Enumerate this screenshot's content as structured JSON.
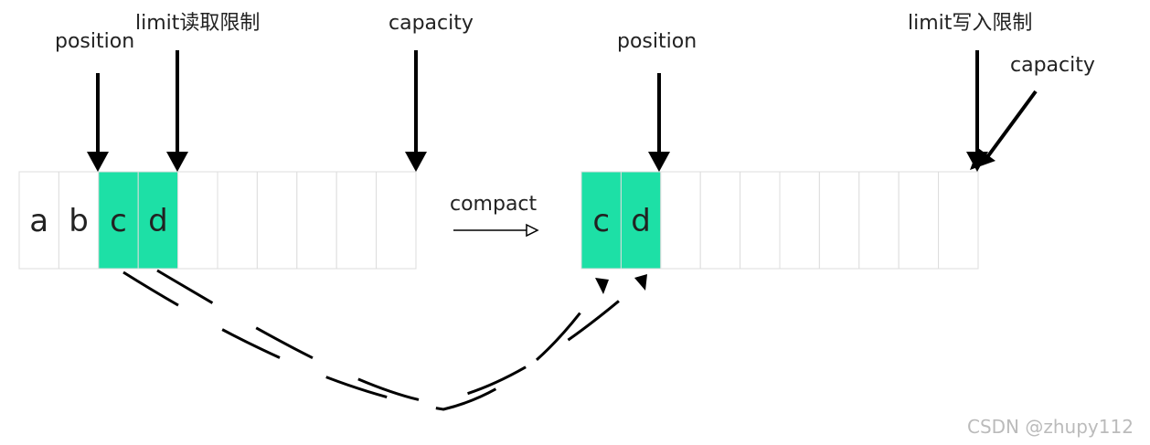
{
  "left_buffer": {
    "cells": [
      "a",
      "b",
      "c",
      "d",
      "",
      "",
      "",
      "",
      "",
      ""
    ],
    "highlighted": [
      2,
      3
    ],
    "labels": {
      "position": "position",
      "limit": "limit读取限制",
      "capacity": "capacity"
    }
  },
  "operation": "compact",
  "right_buffer": {
    "cells": [
      "c",
      "d",
      "",
      "",
      "",
      "",
      "",
      "",
      "",
      ""
    ],
    "highlighted": [
      0,
      1
    ],
    "labels": {
      "position": "position",
      "limit": "limit写入限制",
      "capacity": "capacity"
    }
  },
  "watermark": "CSDN @zhupy112",
  "colors": {
    "highlight": "#1de0a6",
    "cell_border": "#dddddd",
    "arrow": "#000000"
  }
}
